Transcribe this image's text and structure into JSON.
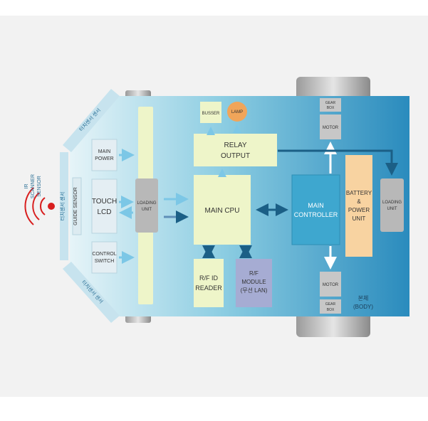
{
  "colors": {
    "background_band": "#f2f2f2",
    "body_light": "#dff0f5",
    "body_dark": "#2a8bbd",
    "cream_box": "#eef5c9",
    "main_controller": "#3ea7cf",
    "battery": "#f8d3a1",
    "rf_module": "#a6acd3",
    "gray_unit": "#b8b8b8",
    "lamp": "#f0a55a",
    "signal_red": "#d81e1e",
    "arrow_navy": "#1b5f86",
    "arrow_light": "#7cc7e6"
  },
  "blocks": {
    "main_power": [
      "MAIN",
      "POWER"
    ],
    "touch_lcd": [
      "TOUCH",
      "LCD"
    ],
    "guide_sensor": "GUIDE SENSOR",
    "control_switch": [
      "CONTROL",
      "SWITCH"
    ],
    "loading_unit_left": [
      "LOADING",
      "UNIT"
    ],
    "busser": "BUSSER",
    "lamp": "LAMP",
    "relay_output": [
      "RELAY",
      "OUTPUT"
    ],
    "main_cpu": "MAIN CPU",
    "rf_id_reader": [
      "R/F ID",
      "READER"
    ],
    "rf_module": [
      "R/F",
      "MODULE",
      "(무선 LAN)"
    ],
    "main_controller": [
      "MAIN",
      "CONTROLLER"
    ],
    "battery_power": [
      "BATTERY",
      "&",
      "POWER",
      "UNIT"
    ],
    "gear_box_top": [
      "GEAR",
      "BOX"
    ],
    "motor_top": "MOTOR",
    "motor_bottom": "MOTOR",
    "gear_box_bottom": [
      "GEAR",
      "BOX"
    ],
    "loading_unit_right": [
      "LOADING",
      "UNIT"
    ]
  },
  "labels": {
    "ir_scanner": [
      "IR",
      "SCANNER",
      "SENSOR"
    ],
    "sensor_top": "터치센서 센서",
    "sensor_mid": "터치센서 센서",
    "sensor_bottom": "터치센서 센서",
    "body_label": [
      "본체",
      "(BODY)"
    ]
  }
}
